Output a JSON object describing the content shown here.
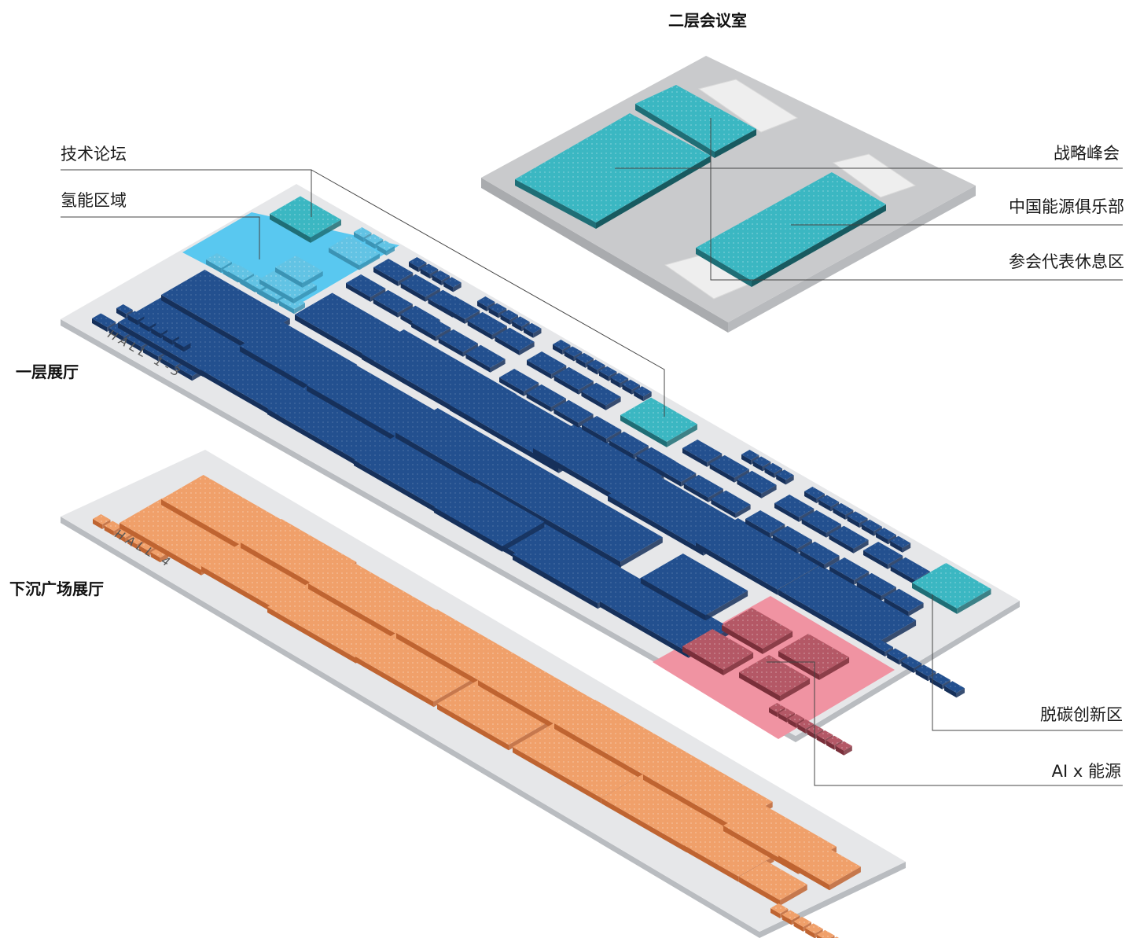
{
  "titles": {
    "second_floor": "二层会议室",
    "first_floor": "一层展厅",
    "sunken": "下沉广场展厅"
  },
  "hall_labels": {
    "hall_1_3": "HALL 1-3",
    "hall_4": "HALL 4"
  },
  "legend_left": [
    {
      "label": "技术论坛"
    },
    {
      "label": "氢能区域"
    }
  ],
  "legend_right": [
    {
      "label": "战略峰会"
    },
    {
      "label": "中国能源俱乐部"
    },
    {
      "label": "参会代表休息区"
    },
    {
      "label": "脱碳创新区"
    },
    {
      "label": "AI x 能源"
    }
  ],
  "colors": {
    "floor": "#e6e7e9",
    "floor_edge": "#b9bcc0",
    "meeting_floor": "#c9cacc",
    "meeting_side": "#a9abae",
    "navy_top": "#23508f",
    "navy_side": "#16305a",
    "teal_top": "#3bb7c2",
    "teal_side": "#1f6e76",
    "hydrogen_zone": "#59c8f0",
    "hydrogen_booth": "#62c3e4",
    "decarb_zone": "#f093a2",
    "decarb_booth": "#b45866",
    "orange_top": "#f0a06a",
    "orange_side": "#bf6431",
    "white_block": "#eeeeee"
  }
}
